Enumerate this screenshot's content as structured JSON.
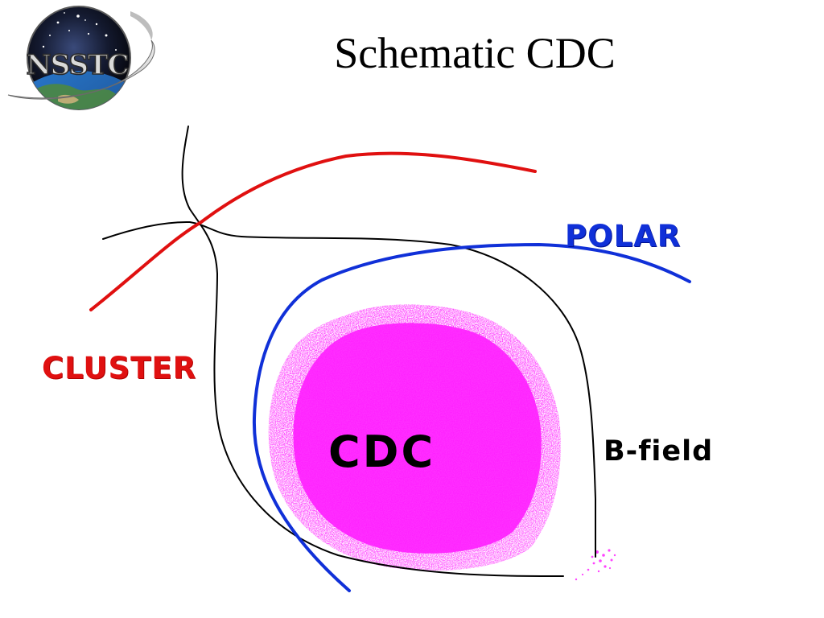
{
  "title": "Schematic CDC",
  "logo": {
    "text": "NSSTC",
    "icon": "nsstc-globe-logo"
  },
  "diagram": {
    "labels": {
      "cluster": "CLUSTER",
      "polar": "POLAR",
      "cdc": "CDC",
      "bfield": "B-field"
    },
    "colors": {
      "cluster_orbit": "#e01010",
      "polar_orbit": "#1030d8",
      "cdc_plasma": "#ff33ff",
      "field_line": "#000000"
    }
  }
}
